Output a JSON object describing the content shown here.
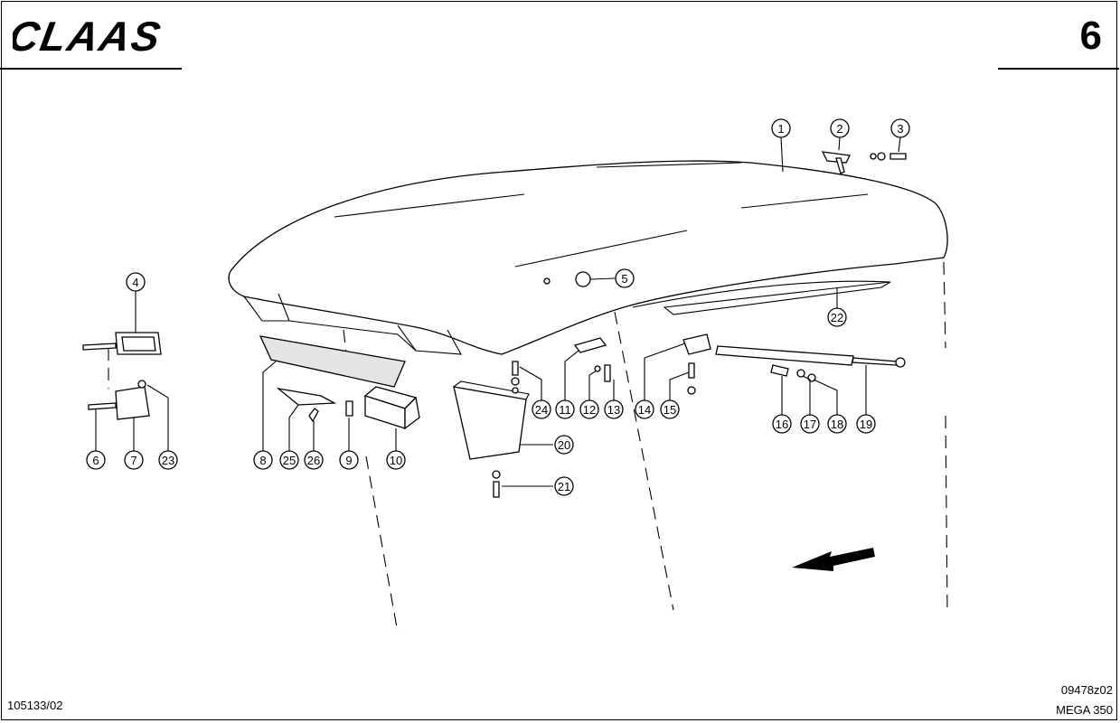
{
  "header": {
    "brand": "CLAAS",
    "page_number": "6"
  },
  "footer": {
    "document_number": "105133/02",
    "drawing_reference": "09478z02",
    "model": "MEGA 350"
  },
  "callouts": [
    "1",
    "2",
    "3",
    "4",
    "5",
    "6",
    "7",
    "8",
    "9",
    "10",
    "11",
    "12",
    "13",
    "14",
    "15",
    "16",
    "17",
    "18",
    "19",
    "20",
    "21",
    "22",
    "23",
    "24",
    "25",
    "26"
  ],
  "icons": [
    "direction-arrow-icon"
  ]
}
